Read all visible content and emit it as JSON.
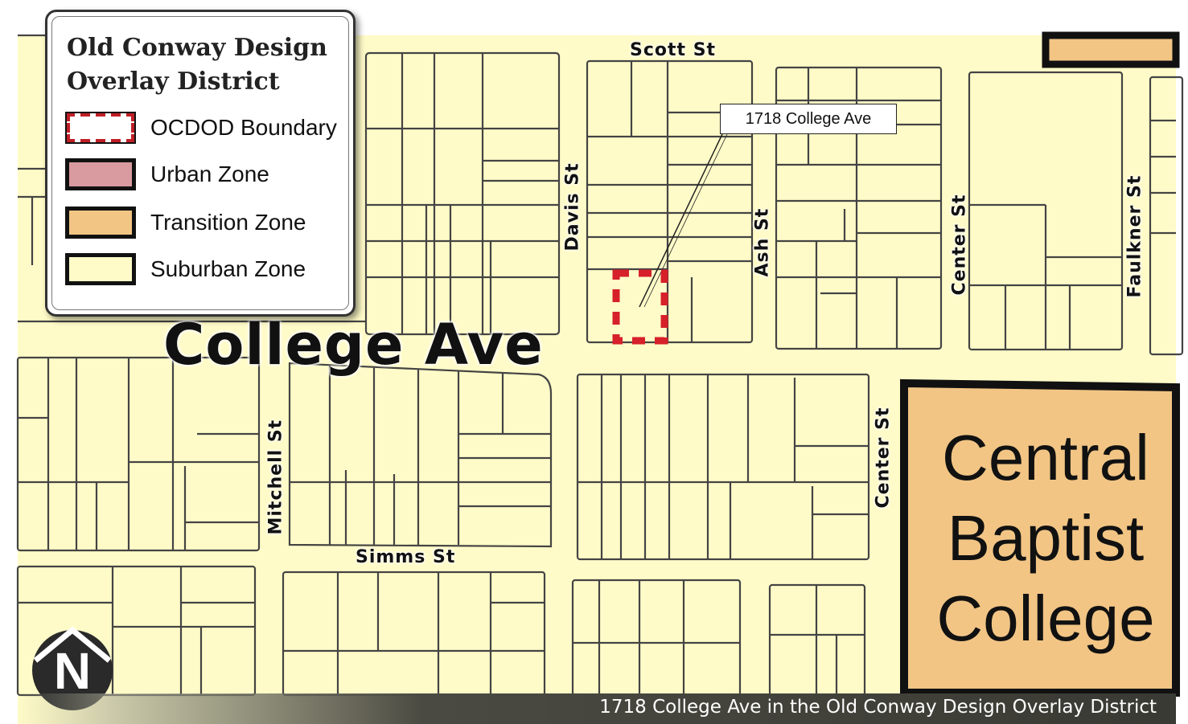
{
  "legend": {
    "title_line1": "Old Conway Design",
    "title_line2": "Overlay District",
    "items": [
      {
        "label": "OCDOD Boundary",
        "fill": "#ffffff",
        "border": "#c01e26"
      },
      {
        "label": "Urban Zone",
        "fill": "#d99aa0",
        "border": "#111111"
      },
      {
        "label": "Transition Zone",
        "fill": "#f2c585",
        "border": "#111111"
      },
      {
        "label": "Suburban Zone",
        "fill": "#fffbc8",
        "border": "#111111"
      }
    ]
  },
  "streets": {
    "scott": "Scott St",
    "davis": "Davis St",
    "ash": "Ash St",
    "center_north": "Center St",
    "faulkner": "Faulkner St",
    "college": "College Ave",
    "mitchell": "Mitchell St",
    "simms": "Simms St",
    "center_south": "Center St"
  },
  "landmark": {
    "line1": "Central",
    "line2": "Baptist",
    "line3": "College"
  },
  "callout": {
    "label": "1718 College Ave"
  },
  "north_arrow": {
    "letter": "N"
  },
  "footer": {
    "caption": "1718 College Ave in the Old Conway Design Overlay District"
  },
  "colors": {
    "suburban": "#fffbc8",
    "transition": "#f2c585",
    "parcel_line": "#444444",
    "boundary": "#d6202a"
  }
}
